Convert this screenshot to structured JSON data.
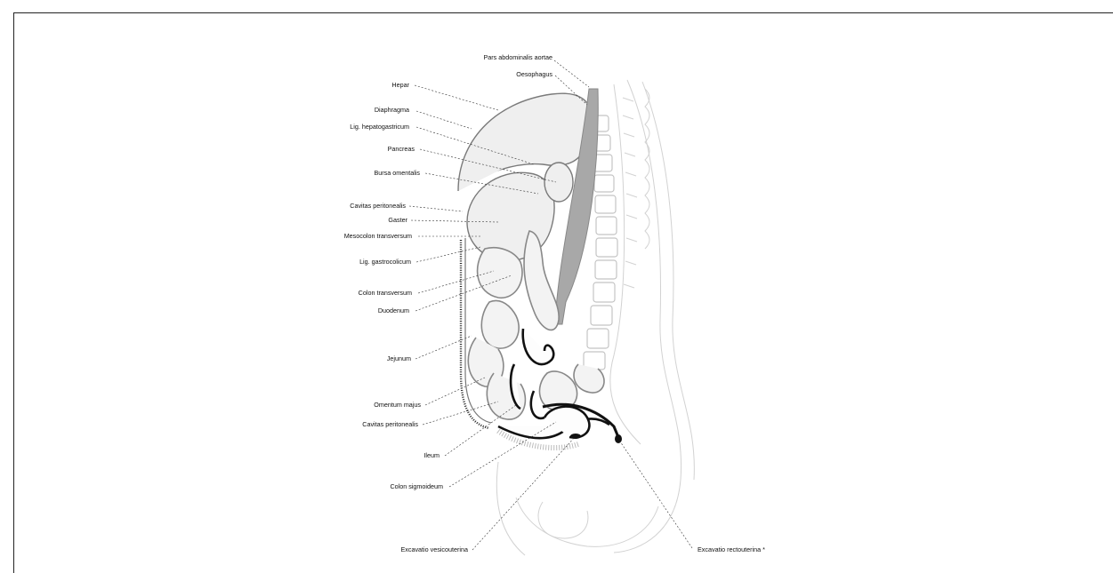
{
  "labels": {
    "pars_abdominalis_aortae": "Pars abdominalis aortae",
    "oesophagus": "Oesophagus",
    "hepar": "Hepar",
    "diaphragma": "Diaphragma",
    "lig_hepatogastricum": "Lig. hepatogastricum",
    "pancreas": "Pancreas",
    "bursa_omentalis": "Bursa omentalis",
    "cavitas_peritonealis_upper": "Cavitas peritonealis",
    "gaster": "Gaster",
    "mesocolon_transversum": "Mesocolon transversum",
    "lig_gastrocolicum": "Lig. gastrocolicum",
    "colon_transversum": "Colon transversum",
    "duodenum": "Duodenum",
    "jejunum": "Jejunum",
    "omentum_majus": "Omentum majus",
    "cavitas_peritonealis_lower": "Cavitas peritonealis",
    "ileum": "Ileum",
    "colon_sigmoideum": "Colon sigmoideum",
    "excavatio_vesicouterina": "Excavatio vesicouterina",
    "excavatio_rectouterina": "Excavatio rectouterina *"
  }
}
